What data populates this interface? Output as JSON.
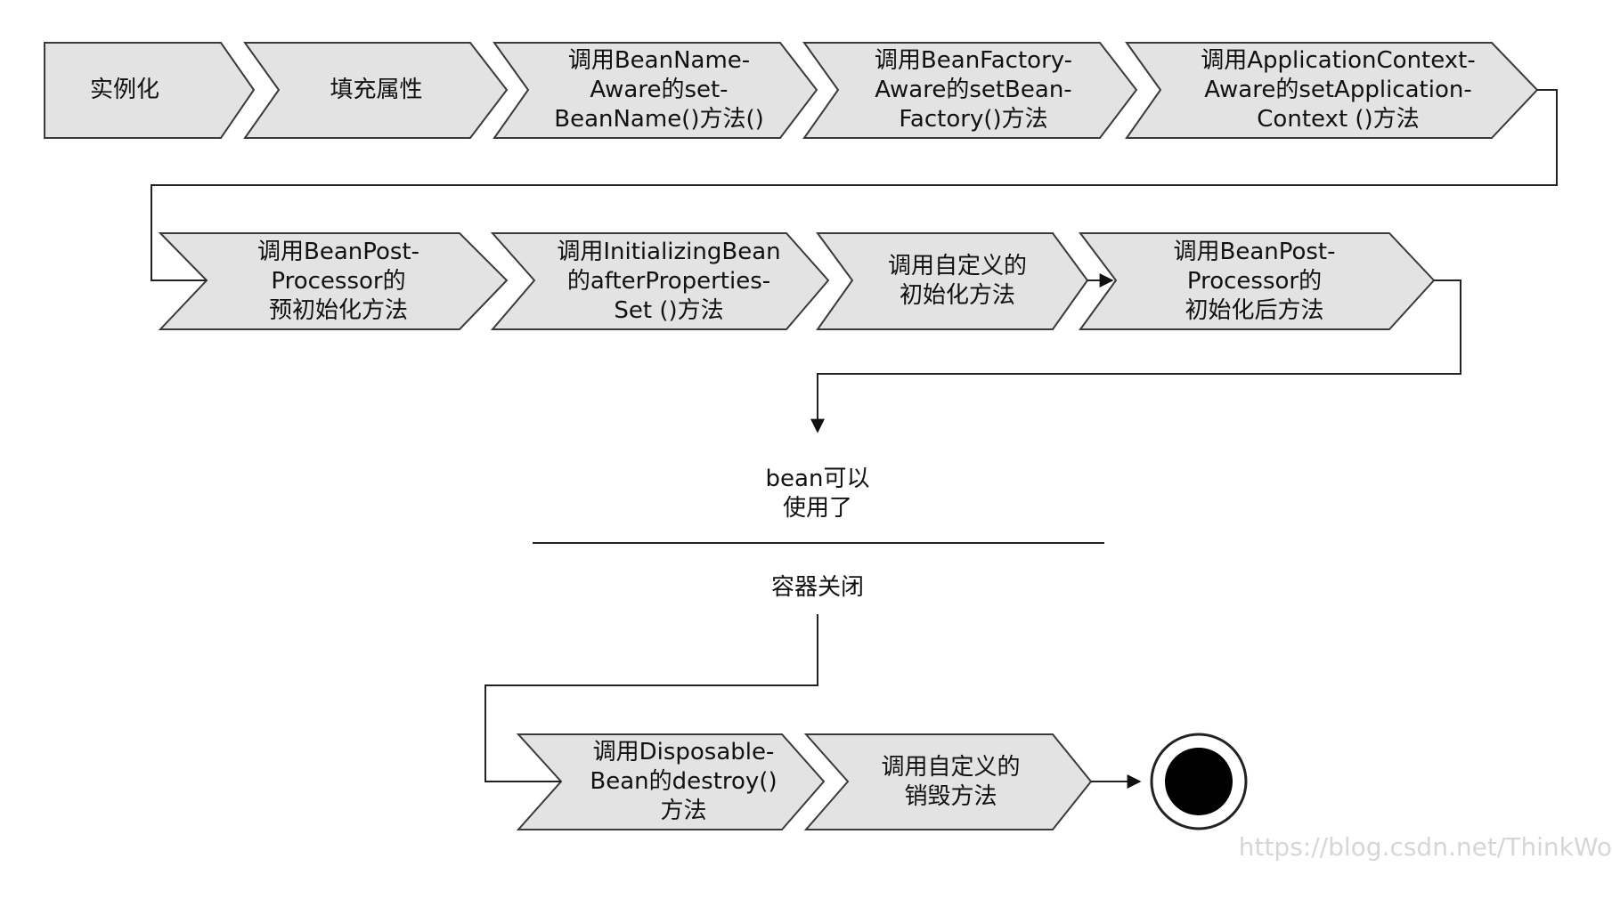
{
  "steps": [
    {
      "lines": [
        "实例化"
      ]
    },
    {
      "lines": [
        "填充属性"
      ]
    },
    {
      "lines": [
        "调用BeanName-",
        "Aware的set-",
        "BeanName()方法()"
      ]
    },
    {
      "lines": [
        "调用BeanFactory-",
        "Aware的setBean-",
        "Factory()方法"
      ]
    },
    {
      "lines": [
        "调用ApplicationContext-",
        "Aware的setApplication-",
        "Context ()方法"
      ]
    },
    {
      "lines": [
        "调用BeanPost-",
        "Processor的",
        "预初始化方法"
      ]
    },
    {
      "lines": [
        "调用InitializingBean",
        "的afterProperties-",
        "Set ()方法"
      ]
    },
    {
      "lines": [
        "调用自定义的",
        "初始化方法"
      ]
    },
    {
      "lines": [
        "调用BeanPost-",
        "Processor的",
        "初始化后方法"
      ]
    },
    {
      "lines": [
        "调用Disposable-",
        "Bean的destroy()",
        "方法"
      ]
    },
    {
      "lines": [
        "调用自定义的",
        "销毁方法"
      ]
    }
  ],
  "ready": {
    "line1": "bean可以",
    "line2": "使用了"
  },
  "close_label": "容器关闭",
  "watermark": "https://blog.csdn.net/ThinkWo"
}
